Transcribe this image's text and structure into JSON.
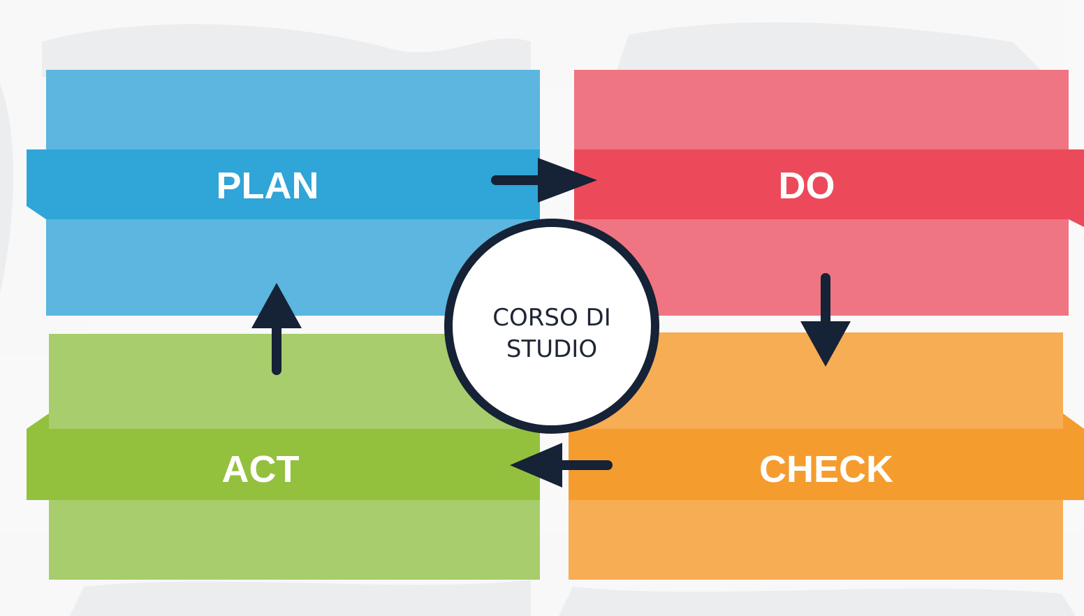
{
  "diagram": {
    "stages": {
      "plan": {
        "label": "PLAN",
        "panel_color": "#5cb6df",
        "band_color": "#2fa5d8"
      },
      "do": {
        "label": "DO",
        "panel_color": "#ee7581",
        "band_color": "#ec4a5a"
      },
      "check": {
        "label": "CHECK",
        "panel_color": "#f6ad54",
        "band_color": "#f59c2e"
      },
      "act": {
        "label": "ACT",
        "panel_color": "#a8cd6c",
        "band_color": "#93c13e"
      }
    },
    "center": {
      "line1": "CORSO DI",
      "line2": "STUDIO",
      "border_color": "#162236"
    },
    "arrow_color": "#162236",
    "flow": [
      "plan-to-do",
      "do-to-check",
      "check-to-act",
      "act-to-plan"
    ]
  }
}
